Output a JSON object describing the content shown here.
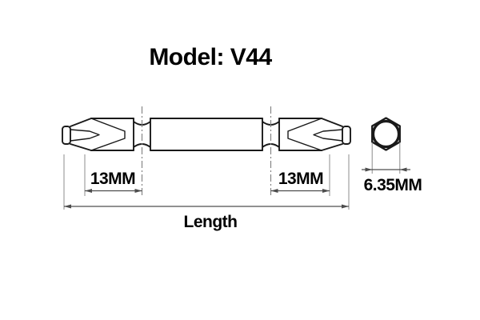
{
  "title": "Model: V44",
  "drawing": {
    "name": "double-ended phillips bit technical drawing",
    "dim_tip_left_label": "13MM",
    "dim_tip_right_label": "13MM",
    "dim_length_label": "Length",
    "dim_hex_label": "6.35MM"
  },
  "colors": {
    "outline": "#1a1a1a",
    "inner": "#1a1a1a",
    "dimension": "#4d4d4d",
    "extension": "#8c8c8c",
    "centerline": "#7f7f7f",
    "text": "#000000"
  }
}
